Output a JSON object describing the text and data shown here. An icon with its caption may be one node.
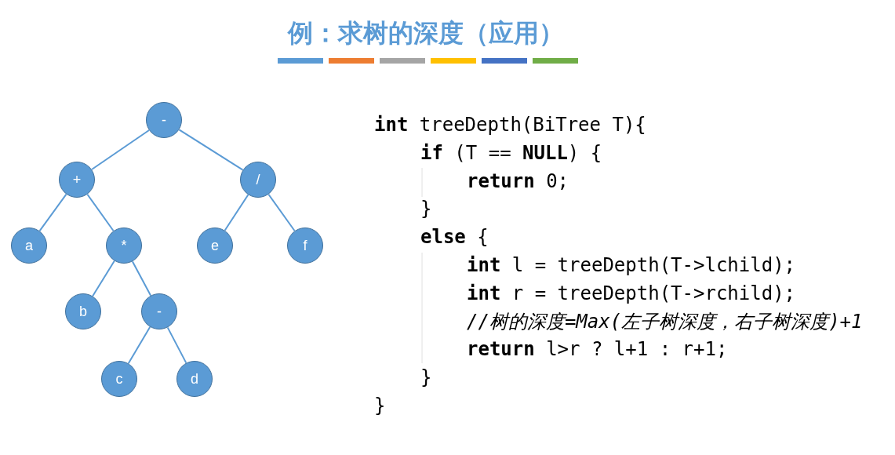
{
  "diagram": {
    "title": "例：求树的深度（应用）",
    "nodes": [
      {
        "text": [
          "-"
        ]
      },
      {
        "text": [
          "+"
        ]
      },
      {
        "text": [
          "/"
        ]
      },
      {
        "text": [
          "a"
        ]
      },
      {
        "text": [
          "*"
        ]
      },
      {
        "text": [
          "e"
        ]
      },
      {
        "text": [
          "f"
        ]
      },
      {
        "text": [
          "b"
        ]
      },
      {
        "text": [
          "-"
        ]
      },
      {
        "text": [
          "c"
        ]
      },
      {
        "text": [
          "d"
        ]
      }
    ],
    "edges": [
      {
        "from": 0,
        "to": 1,
        "arrow": "none"
      },
      {
        "from": 0,
        "to": 2,
        "arrow": "none"
      },
      {
        "from": 1,
        "to": 3,
        "arrow": "none"
      },
      {
        "from": 1,
        "to": 4,
        "arrow": "none"
      },
      {
        "from": 2,
        "to": 5,
        "arrow": "none"
      },
      {
        "from": 2,
        "to": 6,
        "arrow": "none"
      },
      {
        "from": 4,
        "to": 7,
        "arrow": "none"
      },
      {
        "from": 4,
        "to": 8,
        "arrow": "none"
      },
      {
        "from": 8,
        "to": 9,
        "arrow": "none"
      },
      {
        "from": 8,
        "to": 10,
        "arrow": "none"
      }
    ],
    "labels": [
      "**int** treeDepth(BiTree T){",
      "**if** (T == **NULL**) {",
      "**return** 0;",
      "}",
      "**else** {",
      "**int** l = treeDepth(T->lchild);",
      "**int** r = treeDepth(T->rchild);",
      "*//树的深度=Max(左子树深度，右子树深度)+1*",
      "**return** l>r ? l+1 : r+1;",
      "}",
      "}"
    ]
  }
}
